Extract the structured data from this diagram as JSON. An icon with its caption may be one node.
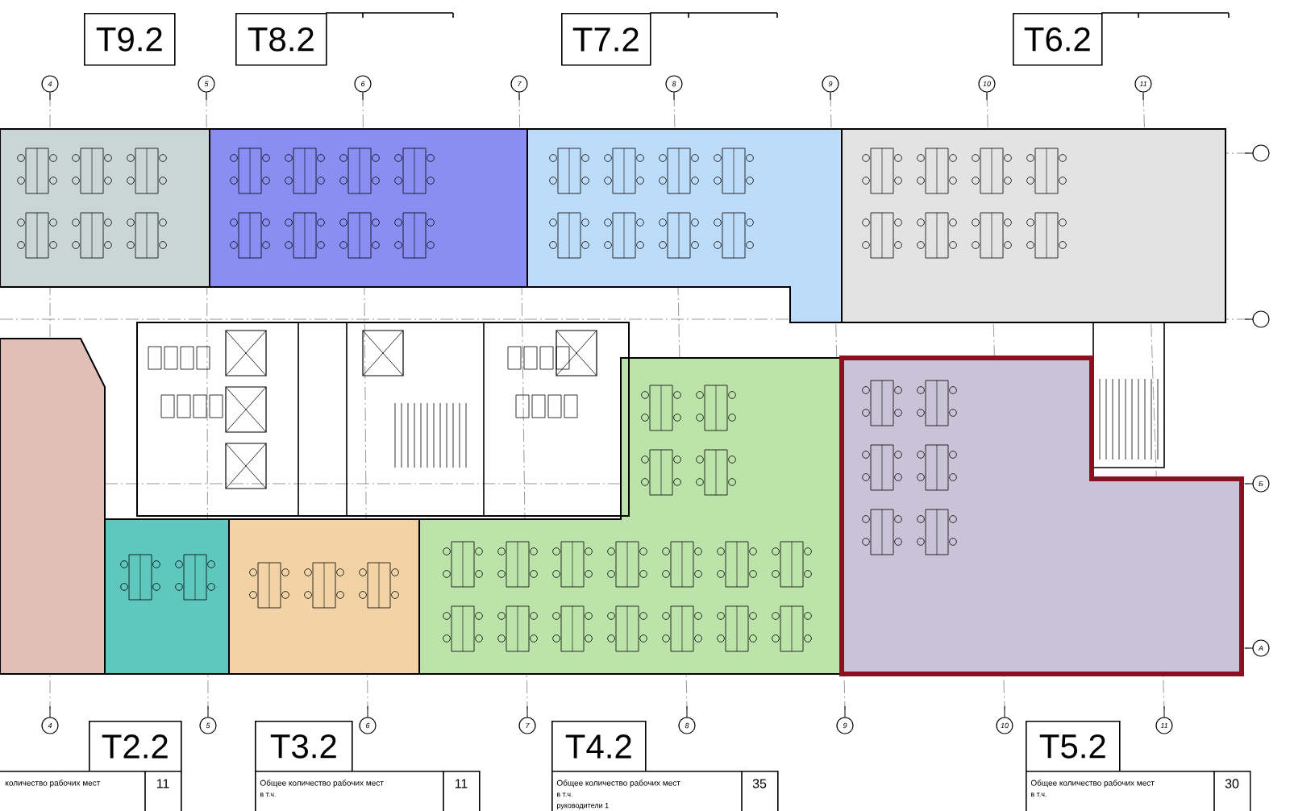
{
  "diagram": {
    "nodes": [
      {
        "text": [
          "T9.2"
        ]
      },
      {
        "text": [
          "T8.2"
        ]
      },
      {
        "text": [
          "T7.2"
        ]
      },
      {
        "text": [
          "T6.2"
        ]
      },
      {
        "text": [
          "T2.2"
        ]
      },
      {
        "text": [
          "количество рабочих мест",
          "11"
        ]
      },
      {
        "text": [
          "T3.2"
        ]
      },
      {
        "text": [
          "Общее количество рабочих мест",
          "11",
          "в т.ч."
        ]
      },
      {
        "text": [
          "T4.2"
        ]
      },
      {
        "text": [
          "Общее количество рабочих мест",
          "35",
          "в т.ч.",
          "руководители 1"
        ]
      },
      {
        "text": [
          "T5.2"
        ]
      },
      {
        "text": [
          "Общее количество рабочих мест",
          "30",
          "в т.ч."
        ]
      }
    ],
    "labels": [
      "4",
      "5",
      "6",
      "7",
      "8",
      "9",
      "10",
      "11",
      "Б",
      "А",
      "4",
      "5",
      "6",
      "7",
      "8",
      "9",
      "10",
      "11"
    ]
  }
}
